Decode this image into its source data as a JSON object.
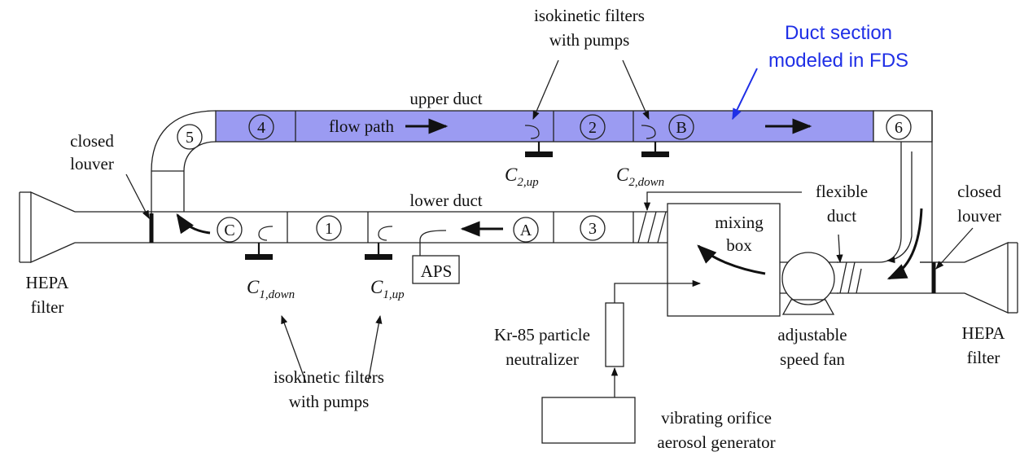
{
  "title_blue": [
    "Duct section",
    "modeled in FDS"
  ],
  "labels": {
    "iso_top": [
      "isokinetic filters",
      "with pumps"
    ],
    "iso_bottom": [
      "isokinetic filters",
      "with pumps"
    ],
    "upper_duct": "upper duct",
    "lower_duct": "lower duct",
    "flow_path": "flow path",
    "closed_louver_left": [
      "closed",
      "louver"
    ],
    "closed_louver_right": [
      "closed",
      "louver"
    ],
    "hepa_left": [
      "HEPA",
      "filter"
    ],
    "hepa_right": [
      "HEPA",
      "filter"
    ],
    "flexible_duct": [
      "flexible",
      "duct"
    ],
    "mixing_box": [
      "mixing",
      "box"
    ],
    "fan": [
      "adjustable",
      "speed fan"
    ],
    "neutralizer": [
      "Kr-85 particle",
      "neutralizer"
    ],
    "generator": [
      "vibrating orifice",
      "aerosol generator"
    ],
    "aps": "APS"
  },
  "circles": [
    "1",
    "2",
    "3",
    "4",
    "5",
    "6",
    "A",
    "B",
    "C"
  ],
  "samplers": [
    {
      "base": "C",
      "sub": "2,up"
    },
    {
      "base": "C",
      "sub": "2,down"
    },
    {
      "base": "C",
      "sub": "1,down"
    },
    {
      "base": "C",
      "sub": "1,up"
    }
  ],
  "colors": {
    "duct_fill": "#9b9bf2",
    "annotation": "#1f2fe6"
  }
}
